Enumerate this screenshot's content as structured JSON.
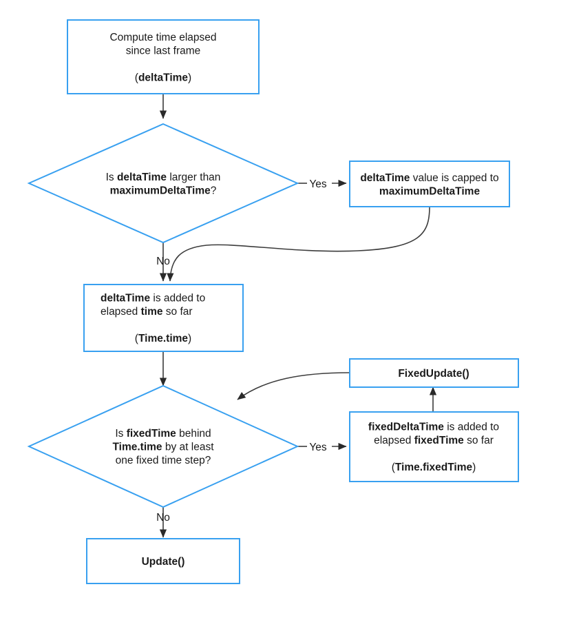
{
  "diagram": {
    "title": "Unity time / update loop flowchart",
    "colors": {
      "node_border": "#38a0f0",
      "node_fill": "#ffffff",
      "connector": "#3b3b3b",
      "text": "#1a1a1a",
      "background": "#ffffff"
    },
    "nodes": [
      {
        "id": "compute-delta-time",
        "shape": "rectangle",
        "lines": [
          {
            "align": "center",
            "runs": [
              {
                "t": "Compute time elapsed",
                "b": false
              }
            ]
          },
          {
            "align": "center",
            "runs": [
              {
                "t": "since last frame",
                "b": false
              }
            ]
          },
          {
            "align": "center",
            "runs": [
              {
                "t": "",
                "b": false
              }
            ]
          },
          {
            "align": "center",
            "runs": [
              {
                "t": "(",
                "b": false
              },
              {
                "t": "deltaTime",
                "b": true
              },
              {
                "t": ")",
                "b": false
              }
            ]
          }
        ]
      },
      {
        "id": "is-delta-larger-decision",
        "shape": "diamond",
        "lines": [
          {
            "align": "center",
            "runs": [
              {
                "t": "Is ",
                "b": false
              },
              {
                "t": "deltaTime",
                "b": true
              },
              {
                "t": " larger than",
                "b": false
              }
            ]
          },
          {
            "align": "center",
            "runs": [
              {
                "t": "maximumDeltaTime",
                "b": true
              },
              {
                "t": "?",
                "b": false
              }
            ]
          }
        ]
      },
      {
        "id": "delta-time-capped",
        "shape": "rectangle",
        "lines": [
          {
            "align": "center",
            "runs": [
              {
                "t": "deltaTime",
                "b": true
              },
              {
                "t": " value is capped to",
                "b": false
              }
            ]
          },
          {
            "align": "center",
            "runs": [
              {
                "t": "maximumDeltaTime",
                "b": true
              }
            ]
          }
        ]
      },
      {
        "id": "delta-time-added",
        "shape": "rectangle",
        "lines": [
          {
            "align": "start",
            "runs": [
              {
                "t": "deltaTime",
                "b": true
              },
              {
                "t": " is added to",
                "b": false
              }
            ]
          },
          {
            "align": "start",
            "runs": [
              {
                "t": "elapsed ",
                "b": false
              },
              {
                "t": "time",
                "b": true
              },
              {
                "t": " so far",
                "b": false
              }
            ]
          },
          {
            "align": "center",
            "runs": [
              {
                "t": "",
                "b": false
              }
            ]
          },
          {
            "align": "center",
            "runs": [
              {
                "t": "(",
                "b": false
              },
              {
                "t": "Time.time",
                "b": true
              },
              {
                "t": ")",
                "b": false
              }
            ]
          }
        ]
      },
      {
        "id": "is-fixed-time-behind-decision",
        "shape": "diamond",
        "lines": [
          {
            "align": "center",
            "runs": [
              {
                "t": "Is ",
                "b": false
              },
              {
                "t": "fixedTime",
                "b": true
              },
              {
                "t": " behind",
                "b": false
              }
            ]
          },
          {
            "align": "center",
            "runs": [
              {
                "t": "Time.time",
                "b": true
              },
              {
                "t": " by at least",
                "b": false
              }
            ]
          },
          {
            "align": "center",
            "runs": [
              {
                "t": "one fixed time step?",
                "b": false
              }
            ]
          }
        ]
      },
      {
        "id": "fixed-update-call",
        "shape": "rectangle",
        "lines": [
          {
            "align": "center",
            "runs": [
              {
                "t": "FixedUpdate()",
                "b": true
              }
            ]
          }
        ]
      },
      {
        "id": "fixed-delta-time-added",
        "shape": "rectangle",
        "lines": [
          {
            "align": "center",
            "runs": [
              {
                "t": "fixedDeltaTime",
                "b": true
              },
              {
                "t": " is added to",
                "b": false
              }
            ]
          },
          {
            "align": "center",
            "runs": [
              {
                "t": "elapsed ",
                "b": false
              },
              {
                "t": "fixedTime",
                "b": true
              },
              {
                "t": " so far",
                "b": false
              }
            ]
          },
          {
            "align": "center",
            "runs": [
              {
                "t": "",
                "b": false
              }
            ]
          },
          {
            "align": "center",
            "runs": [
              {
                "t": "(",
                "b": false
              },
              {
                "t": "Time.fixedTime",
                "b": true
              },
              {
                "t": ")",
                "b": false
              }
            ]
          }
        ]
      },
      {
        "id": "update-call",
        "shape": "rectangle",
        "lines": [
          {
            "align": "center",
            "runs": [
              {
                "t": "Update()",
                "b": true
              }
            ]
          }
        ]
      }
    ],
    "edge_labels": {
      "decision1_yes": "Yes",
      "decision1_no": "No",
      "decision2_yes": "Yes",
      "decision2_no": "No"
    }
  }
}
